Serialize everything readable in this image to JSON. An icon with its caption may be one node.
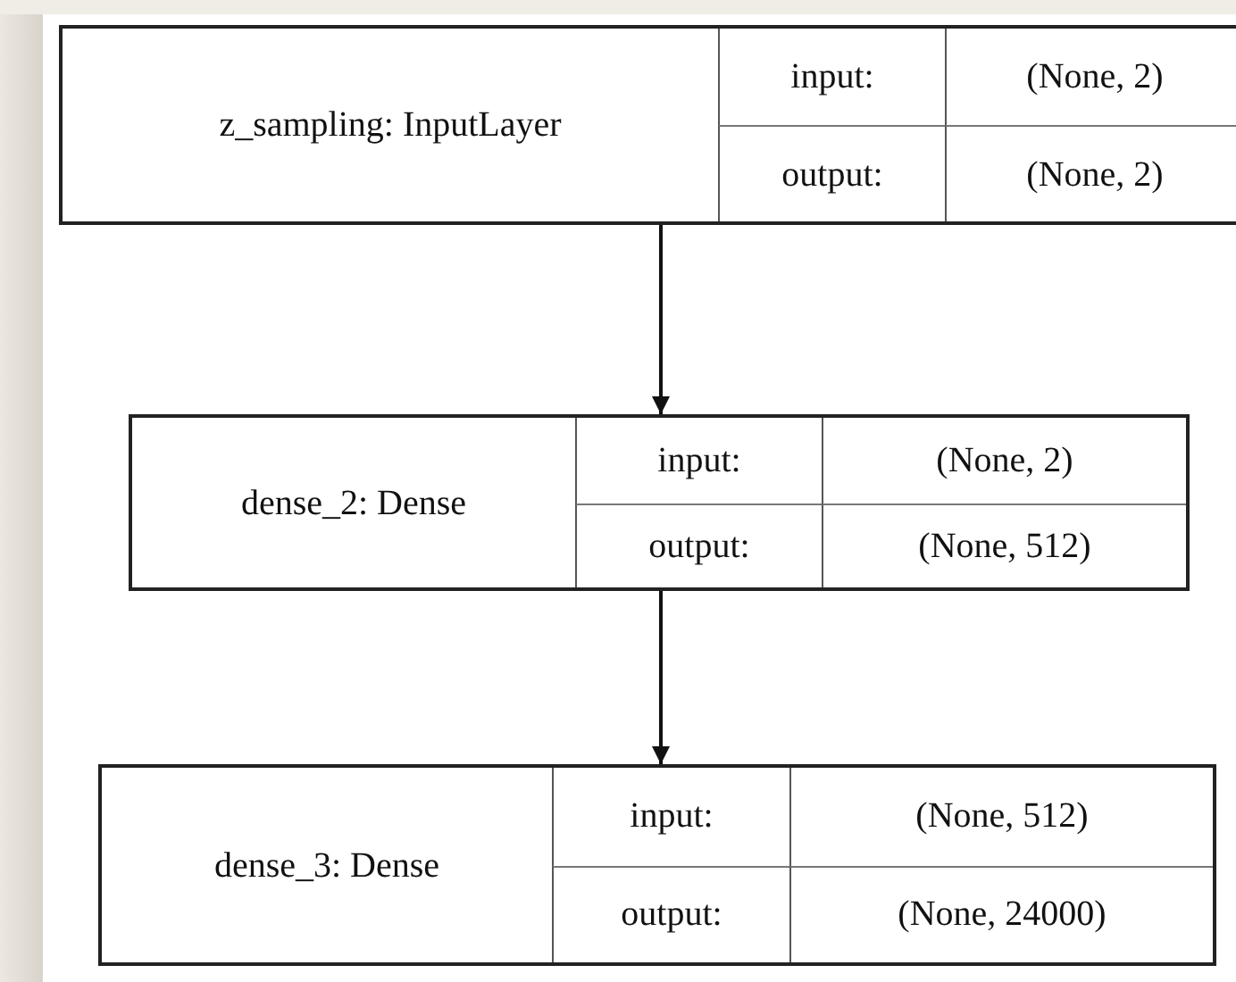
{
  "diagram": {
    "nodes": [
      {
        "text": [
          "z_sampling: InputLayer",
          "input:",
          "(None, 2)",
          "output:",
          "(None, 2)"
        ]
      },
      {
        "text": [
          "dense_2: Dense",
          "input:",
          "(None, 2)",
          "output:",
          "(None, 512)"
        ]
      },
      {
        "text": [
          "dense_3: Dense",
          "input:",
          "(None, 512)",
          "output:",
          "(None, 24000)"
        ]
      }
    ],
    "edges": [
      {
        "from": 0,
        "to": 1,
        "arrow": "to"
      },
      {
        "from": 1,
        "to": 2,
        "arrow": "to"
      }
    ]
  }
}
